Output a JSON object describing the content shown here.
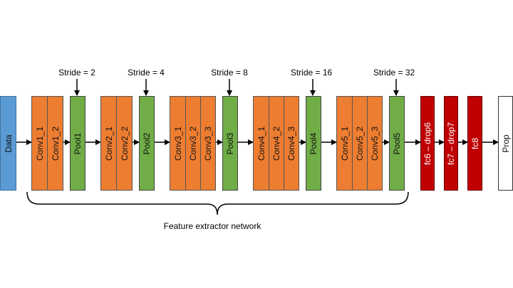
{
  "blocks": {
    "data": "Data",
    "conv1_1": "Conv1_1",
    "conv1_2": "Conv1_2",
    "pool1": "Pool1",
    "conv2_1": "Conv2_1",
    "conv2_2": "Conv2_2",
    "pool2": "Pool2",
    "conv3_1": "Conv3_1",
    "conv3_2": "Conv3_2",
    "conv3_3": "Conv3_3",
    "pool3": "Pool3",
    "conv4_1": "Conv4_1",
    "conv4_2": "Conv4_2",
    "conv4_3": "Conv4_3",
    "pool4": "Pool4",
    "conv5_1": "Conv5_1",
    "conv5_2": "Conv5_2",
    "conv5_3": "Conv5_3",
    "pool5": "Pool5",
    "fc6": "fc6 – drop6",
    "fc7": "fc7 – drop7",
    "fc8": "fc8",
    "prop": "Prop"
  },
  "strides": {
    "s1": "Stride = 2",
    "s2": "Stride = 4",
    "s3": "Stride = 8",
    "s4": "Stride = 16",
    "s5": "Stride = 32"
  },
  "caption": "Feature extractor network",
  "colors": {
    "data": "#5b9bd5",
    "conv": "#ed7d31",
    "pool": "#70ad47",
    "fc": "#c00000",
    "prop": "#ffffff"
  }
}
